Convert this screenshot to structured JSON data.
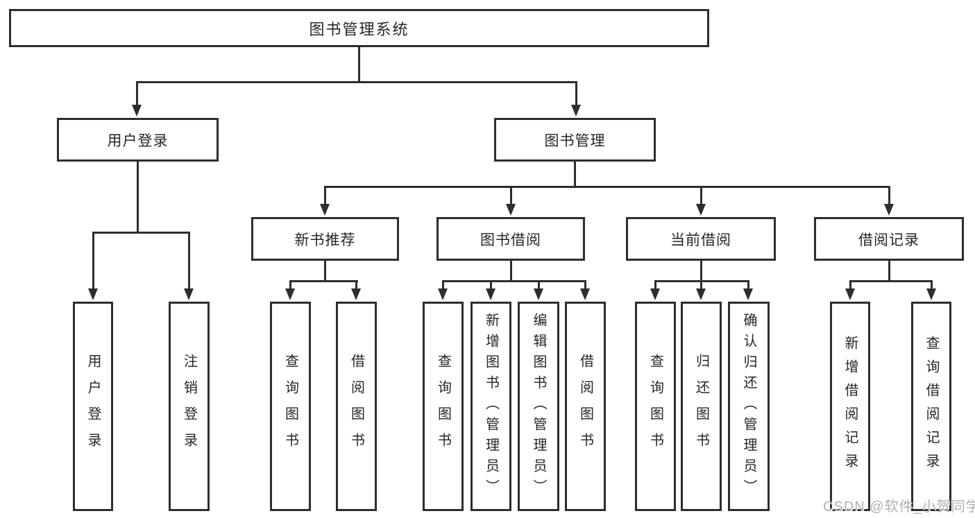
{
  "tree": {
    "label": "图书管理系统",
    "children": [
      {
        "label": "用户登录",
        "children": [
          {
            "label": "用户登录"
          },
          {
            "label": "注销登录"
          }
        ]
      },
      {
        "label": "图书管理",
        "children": [
          {
            "label": "新书推荐",
            "children": [
              {
                "label": "查询图书"
              },
              {
                "label": "借阅图书"
              }
            ]
          },
          {
            "label": "图书借阅",
            "children": [
              {
                "label": "查询图书"
              },
              {
                "label": "新增图书（管理员）"
              },
              {
                "label": "编辑图书（管理员）"
              },
              {
                "label": "借阅图书"
              }
            ]
          },
          {
            "label": "当前借阅",
            "children": [
              {
                "label": "查询图书"
              },
              {
                "label": "归还图书"
              },
              {
                "label": "确认归还（管理员）"
              }
            ]
          },
          {
            "label": "借阅记录",
            "children": [
              {
                "label": "新增借阅记录"
              },
              {
                "label": "查询借阅记录"
              }
            ]
          }
        ]
      }
    ]
  },
  "watermark": {
    "text": "CSDN @软件_小贺同学"
  },
  "colors": {
    "line": "#2d2d2d",
    "text": "#262626",
    "background": "#ffffff",
    "watermark": "#b0b0b0"
  }
}
